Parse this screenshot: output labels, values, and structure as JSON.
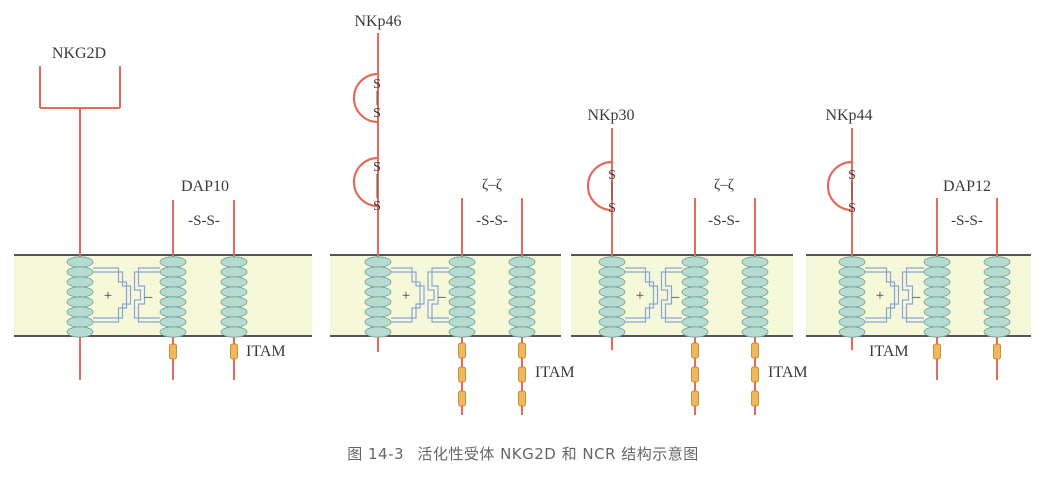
{
  "colors": {
    "membrane_fill": "#f5f9d9",
    "membrane_line": "#1e1e1e",
    "receptor_line": "#e46a5a",
    "helix_fill": "#b6dcd2",
    "helix_stroke": "#6f9f96",
    "charge_line": "#8aa6d6",
    "itam_fill": "#f0b85a",
    "itam_stroke": "#b87f2a",
    "text": "#3a3a3a"
  },
  "labels": {
    "nkg2d": "NKG2D",
    "dap10": "DAP10",
    "disulfide": "-S-S-",
    "nkp46": "NKp46",
    "zeta_1": "ζ–ζ",
    "nkp30": "NKp30",
    "zeta_2": "ζ–ζ",
    "nkp44": "NKp44",
    "dap12": "DAP12",
    "s_upper": "S",
    "s_lower": "S",
    "plus": "+",
    "minus": "–",
    "itam_1": "ITAM",
    "itam_2": "ITAM",
    "itam_3": "ITAM",
    "itam_4": "ITAM"
  },
  "caption": {
    "figure_no": "图 14-3",
    "text": "活化性受体 NKG2D 和 NCR 结构示意图"
  }
}
